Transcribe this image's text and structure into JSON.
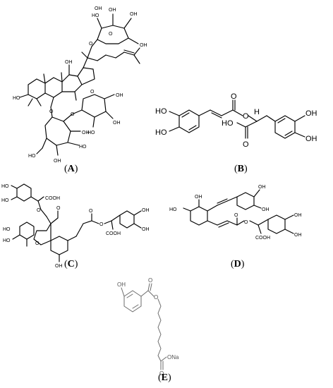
{
  "panels": [
    {
      "id": "A",
      "caption_open": "(",
      "caption_letter": "A",
      "caption_close": ")",
      "atom_labels": [
        "HO",
        "HO",
        "OH",
        "OH",
        "O",
        "O",
        "OH",
        "OH",
        "HO",
        "O",
        "O",
        "O",
        "OH",
        "OH",
        "HO",
        "OH",
        "OH",
        "OH",
        "HO"
      ]
    },
    {
      "id": "B",
      "caption_open": "(",
      "caption_letter": "B",
      "caption_close": ")",
      "atom_labels": [
        "HO",
        "HO",
        "O",
        "O",
        "H",
        "HO",
        "O",
        "OH",
        "OH"
      ]
    },
    {
      "id": "C",
      "caption_open": "(",
      "caption_letter": "C",
      "caption_close": ")",
      "atom_labels": [
        "HO",
        "HO",
        "COOH",
        "O",
        "O",
        "HO",
        "HO",
        "O",
        "OH",
        "O",
        "O",
        "COOH",
        "OH",
        "OH"
      ]
    },
    {
      "id": "D",
      "caption_open": "(",
      "caption_letter": "D",
      "caption_close": ")",
      "atom_labels": [
        "HO",
        "OH",
        "OH",
        "OH",
        "O",
        "O",
        "COOH",
        "OH",
        "OH"
      ]
    },
    {
      "id": "E",
      "caption_open": "(",
      "caption_letter": "E",
      "caption_close": ")",
      "atom_labels": [
        "OH",
        "O",
        "O",
        "O",
        "ONa"
      ]
    }
  ]
}
